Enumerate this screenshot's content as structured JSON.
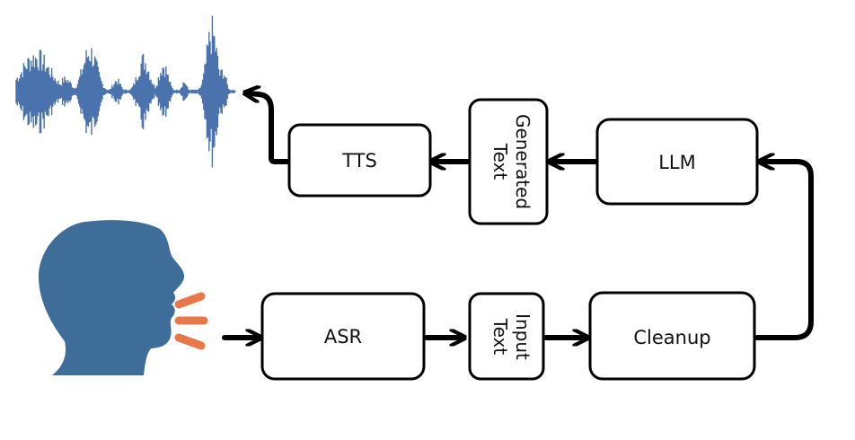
{
  "diagram": {
    "nodes": {
      "tts": "TTS",
      "generated_text_line1": "Generated",
      "generated_text_line2": "Text",
      "llm": "LLM",
      "asr": "ASR",
      "input_text_line1": "Input",
      "input_text_line2": "Text",
      "cleanup": "Cleanup"
    },
    "flow": [
      "speaker",
      "ASR",
      "Input Text",
      "Cleanup",
      "LLM",
      "Generated Text",
      "TTS",
      "waveform"
    ],
    "icons": {
      "speaker": "speaking-head-icon",
      "output_audio": "audio-waveform-icon"
    },
    "colors": {
      "speaker_head": "#3e6d9a",
      "speech_marks": "#e8784a",
      "waveform": "#4a73ae",
      "arrows": "#000000"
    }
  }
}
